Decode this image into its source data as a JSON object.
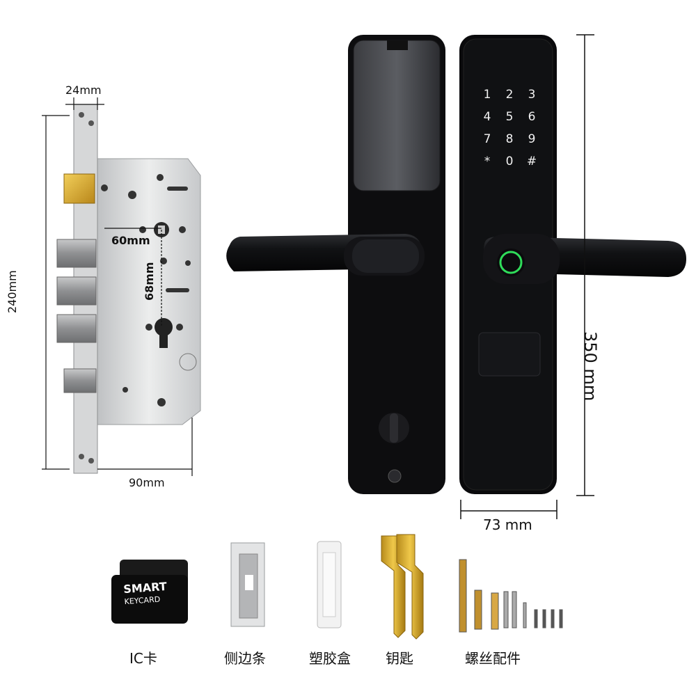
{
  "dimensions": {
    "mortise_width": "24mm",
    "mortise_height": "240mm",
    "backset": "60mm",
    "spindle_to_cylinder": "68mm",
    "case_width": "90mm",
    "lock_height": "350 mm",
    "lock_width": "73 mm"
  },
  "keypad": {
    "keys": [
      "1",
      "2",
      "3",
      "4",
      "5",
      "6",
      "7",
      "8",
      "9",
      "*",
      "0",
      "#"
    ]
  },
  "card_text": {
    "line1": "SMART",
    "line2": "KEYCARD"
  },
  "accessories": [
    {
      "label": "IC卡",
      "icon": "ic-card-icon"
    },
    {
      "label": "侧边条",
      "icon": "strike-plate-icon"
    },
    {
      "label": "塑胶盒",
      "icon": "plastic-box-icon"
    },
    {
      "label": "钥匙",
      "icon": "key-icon"
    },
    {
      "label": "螺丝配件",
      "icon": "screws-icon"
    }
  ],
  "colors": {
    "lock_body": "#0d0d0f",
    "steel": "#d9dadb",
    "brass": "#d7a92a",
    "fingerprint_ring": "#2fdc5a"
  }
}
